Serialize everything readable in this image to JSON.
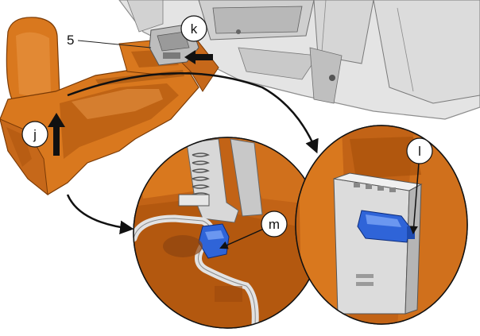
{
  "diagram": {
    "part_label": "5",
    "callouts": {
      "j": "j",
      "k": "k",
      "l": "l",
      "m": "m"
    },
    "colors": {
      "trim_orange": "#d9781e",
      "trim_orange_dark": "#a9520c",
      "trim_orange_light": "#eb9a4a",
      "dash_grey": "#cfcfcf",
      "dash_grey_dark": "#8e8e8e",
      "connector_blue": "#2f64d8",
      "cable_grey": "#d7d7d7",
      "arrow_black": "#111111"
    }
  }
}
